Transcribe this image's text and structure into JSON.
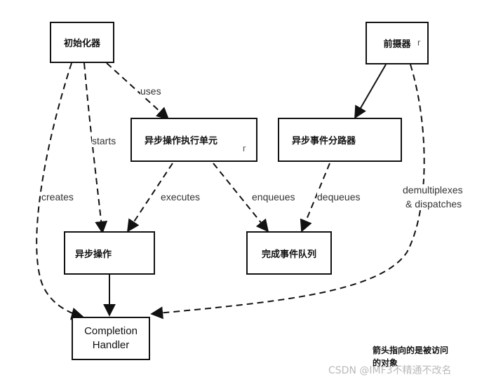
{
  "nodes": {
    "initiator": "初始化器",
    "proactor": "前摄器",
    "async_op_processor": "异步操作执行单元",
    "event_demux": "异步事件分路器",
    "async_operation": "异步操作",
    "completion_queue": "完成事件队列",
    "completion_handler_line1": "Completion",
    "completion_handler_line2": "Handler"
  },
  "residual_text": {
    "proactor_tail": "r",
    "async_op_processor_tail": "r"
  },
  "edges": {
    "uses": "uses",
    "starts": "starts",
    "creates": "creates",
    "executes": "executes",
    "enqueues": "enqueues",
    "dequeues": "dequeues",
    "demux_line1": "demultiplexes",
    "demux_line2": "& dispatches"
  },
  "note": {
    "line1": "箭头指向的是被访问",
    "line2": "的对象"
  },
  "watermark": "CSDN @IMF3不精通不改名"
}
